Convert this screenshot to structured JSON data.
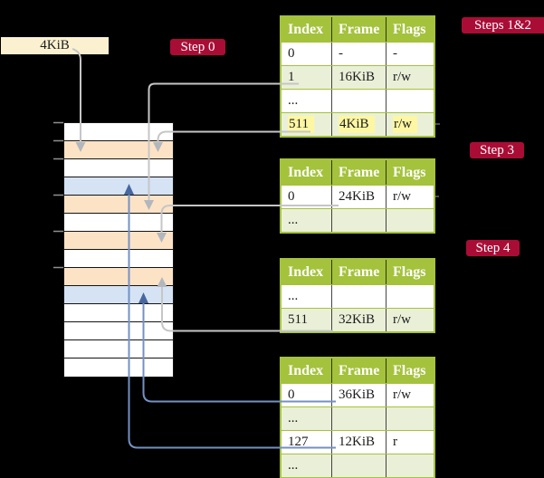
{
  "colors": {
    "background": "#000000",
    "box_cream": "#fbf1d0",
    "badge_red": "#a90d36",
    "header_green": "#a4c23c",
    "row_green": "#eaf0d8",
    "row_white": "#ffffff",
    "highlight_yellow": "#fdf7a3",
    "mem_orange": "#fce3c6",
    "mem_blue": "#d5e3f5",
    "mem_border": "#141414",
    "line_gray": "#c6c6c6",
    "arrow_gray": "#b2b7bd",
    "line_blue": "#7490c2",
    "arrow_blue": "#47689f",
    "tick_gray": "#909090"
  },
  "labels": {
    "frame_box": "4KiB",
    "step0": "Step 0",
    "steps12": "Steps 1&2",
    "step3": "Step 3",
    "step4": "Step 4"
  },
  "memory": {
    "rows": [
      "white",
      "orange",
      "white",
      "blue",
      "orange",
      "white",
      "orange",
      "white",
      "orange",
      "blue",
      "white",
      "white",
      "white",
      "white"
    ]
  },
  "tables": [
    {
      "headers": [
        "Index",
        "Frame",
        "Flags"
      ],
      "rows": [
        {
          "index": "0",
          "frame": "-",
          "flags": "-",
          "highlight": false
        },
        {
          "index": "1",
          "frame": "16KiB",
          "flags": "r/w",
          "highlight": false
        },
        {
          "index": "...",
          "frame": "",
          "flags": "",
          "highlight": false
        },
        {
          "index": "511",
          "frame": "4KiB",
          "flags": "r/w",
          "highlight": true
        }
      ]
    },
    {
      "headers": [
        "Index",
        "Frame",
        "Flags"
      ],
      "rows": [
        {
          "index": "0",
          "frame": "24KiB",
          "flags": "r/w",
          "highlight": false
        },
        {
          "index": "...",
          "frame": "",
          "flags": "",
          "highlight": false
        }
      ]
    },
    {
      "headers": [
        "Index",
        "Frame",
        "Flags"
      ],
      "rows": [
        {
          "index": "...",
          "frame": "",
          "flags": "",
          "highlight": false
        },
        {
          "index": "511",
          "frame": "32KiB",
          "flags": "r/w",
          "highlight": false
        }
      ]
    },
    {
      "headers": [
        "Index",
        "Frame",
        "Flags"
      ],
      "rows": [
        {
          "index": "0",
          "frame": "36KiB",
          "flags": "r/w",
          "highlight": false
        },
        {
          "index": "...",
          "frame": "",
          "flags": "",
          "highlight": false
        },
        {
          "index": "127",
          "frame": "12KiB",
          "flags": "r",
          "highlight": false
        },
        {
          "index": "...",
          "frame": "",
          "flags": "",
          "highlight": false
        }
      ]
    }
  ],
  "connections": [
    {
      "from": "frame-box-4KiB",
      "to": "memory-row-2",
      "color": "gray"
    },
    {
      "from": "table1-row-1",
      "to": "memory-row-5",
      "color": "gray"
    },
    {
      "from": "table1-row-511",
      "to": "memory-row-2",
      "color": "gray"
    },
    {
      "from": "table2-row-0",
      "to": "memory-row-7",
      "color": "gray"
    },
    {
      "from": "table3-row-511",
      "to": "memory-row-9",
      "color": "gray"
    },
    {
      "from": "table4-row-0",
      "to": "memory-row-10",
      "color": "blue"
    },
    {
      "from": "table4-row-127",
      "to": "memory-row-4",
      "color": "blue"
    }
  ]
}
